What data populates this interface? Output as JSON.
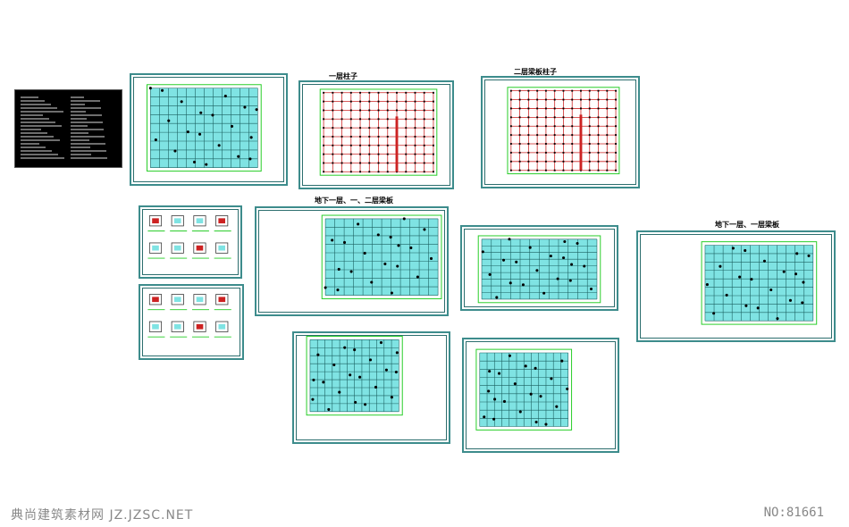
{
  "titles": {
    "sheet3": "一层柱子",
    "sheet4": "二层梁板柱子",
    "sheet7": "地下一层、一、二层梁板",
    "sheet9": "地下一层、一层梁板"
  },
  "footer": {
    "watermark": "典尚建筑素材网 JZ.JZSC.NET",
    "number": "NO:81661"
  },
  "colors": {
    "frame": "#3d8c8c",
    "cyan": "#7fe3e3",
    "green": "#22cc22",
    "red": "#cc2222"
  }
}
